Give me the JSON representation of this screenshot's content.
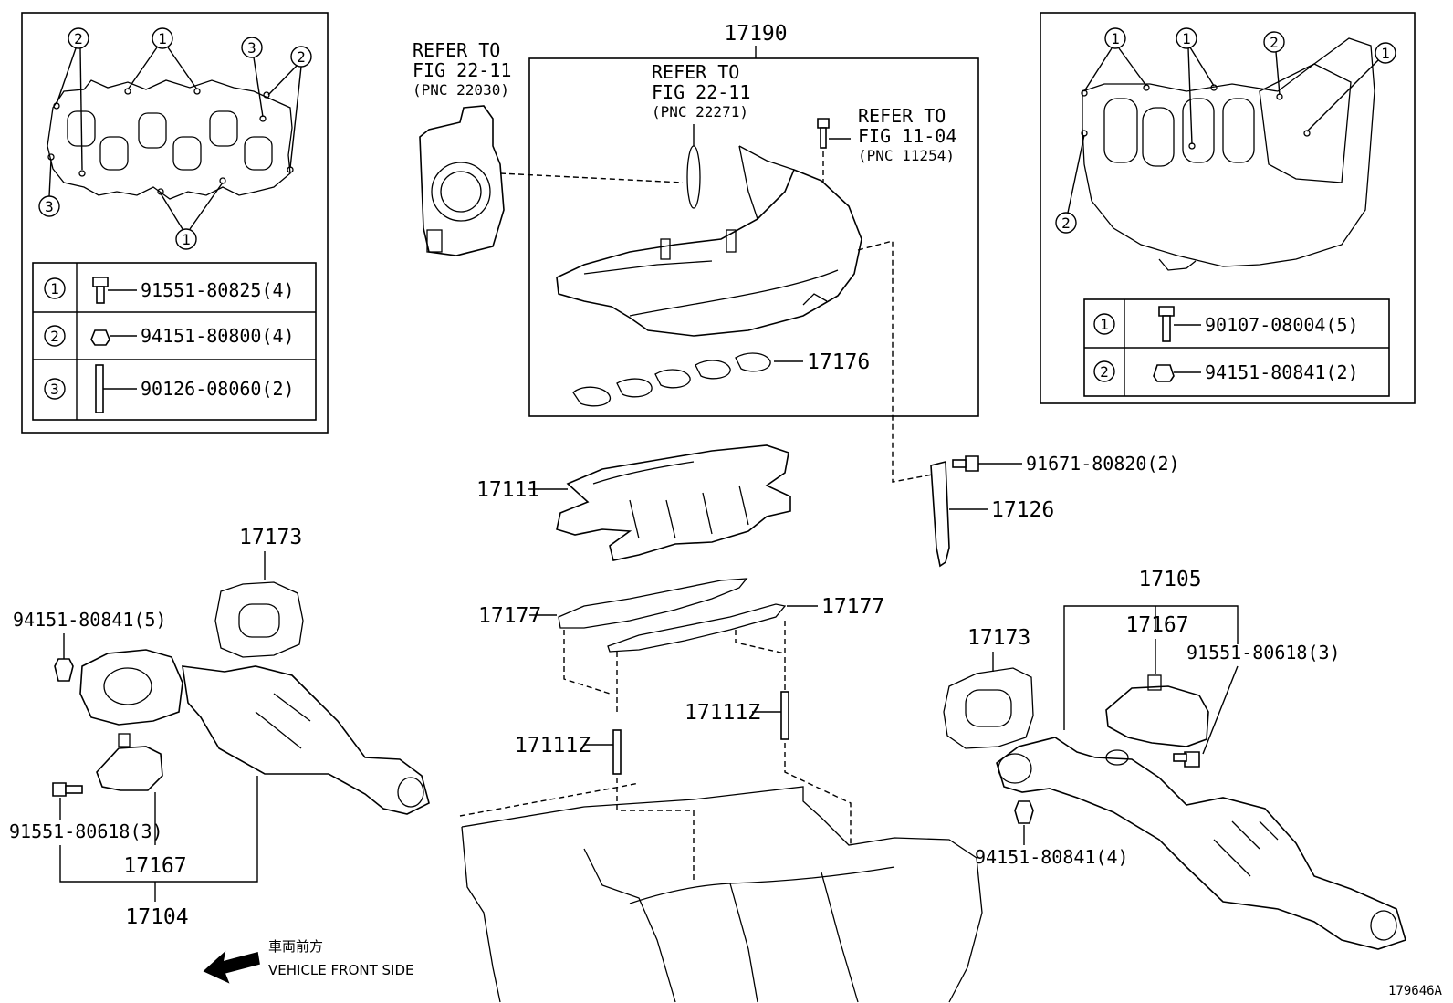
{
  "diagram_id": "179646A",
  "front_side": {
    "jp": "車両前方",
    "en": "VEHICLE FRONT SIDE"
  },
  "refer_throttle": {
    "line1": "REFER TO",
    "line2": "FIG 22-11",
    "line3": "(PNC 22030)"
  },
  "refer_gasket": {
    "line1": "REFER TO",
    "line2": "FIG 22-11",
    "line3": "(PNC 22271)"
  },
  "refer_bolt": {
    "line1": "REFER TO",
    "line2": "FIG 11-04",
    "line3": "(PNC 11254)"
  },
  "parts": {
    "p17190": "17190",
    "p17176": "17176",
    "p17111": "17111",
    "p17126": "17126",
    "p91671": "91671-80820(2)",
    "p17177_left": "17177",
    "p17177_right": "17177",
    "p17111z_right": "17111Z",
    "p17111z_left": "17111Z",
    "p17173_left": "17173",
    "p94151_5": "94151-80841(5)",
    "p91551_left": "91551-80618(3)",
    "p17167_left": "17167",
    "p17104": "17104",
    "p17105": "17105",
    "p17167_right": "17167",
    "p91551_right": "91551-80618(3)",
    "p17173_right": "17173",
    "p94151_4": "94151-80841(4)"
  },
  "left_inset": {
    "callouts": [
      "1",
      "2",
      "3"
    ],
    "legend": [
      {
        "num": "1",
        "part": "91551-80825(4)",
        "icon": "bolt-icon"
      },
      {
        "num": "2",
        "part": "94151-80800(4)",
        "icon": "nut-icon"
      },
      {
        "num": "3",
        "part": "90126-08060(2)",
        "icon": "stud-icon"
      }
    ]
  },
  "right_inset": {
    "callouts": [
      "1",
      "2"
    ],
    "legend": [
      {
        "num": "1",
        "part": "90107-08004(5)",
        "icon": "bolt-icon"
      },
      {
        "num": "2",
        "part": "94151-80841(2)",
        "icon": "nut-icon"
      }
    ]
  }
}
